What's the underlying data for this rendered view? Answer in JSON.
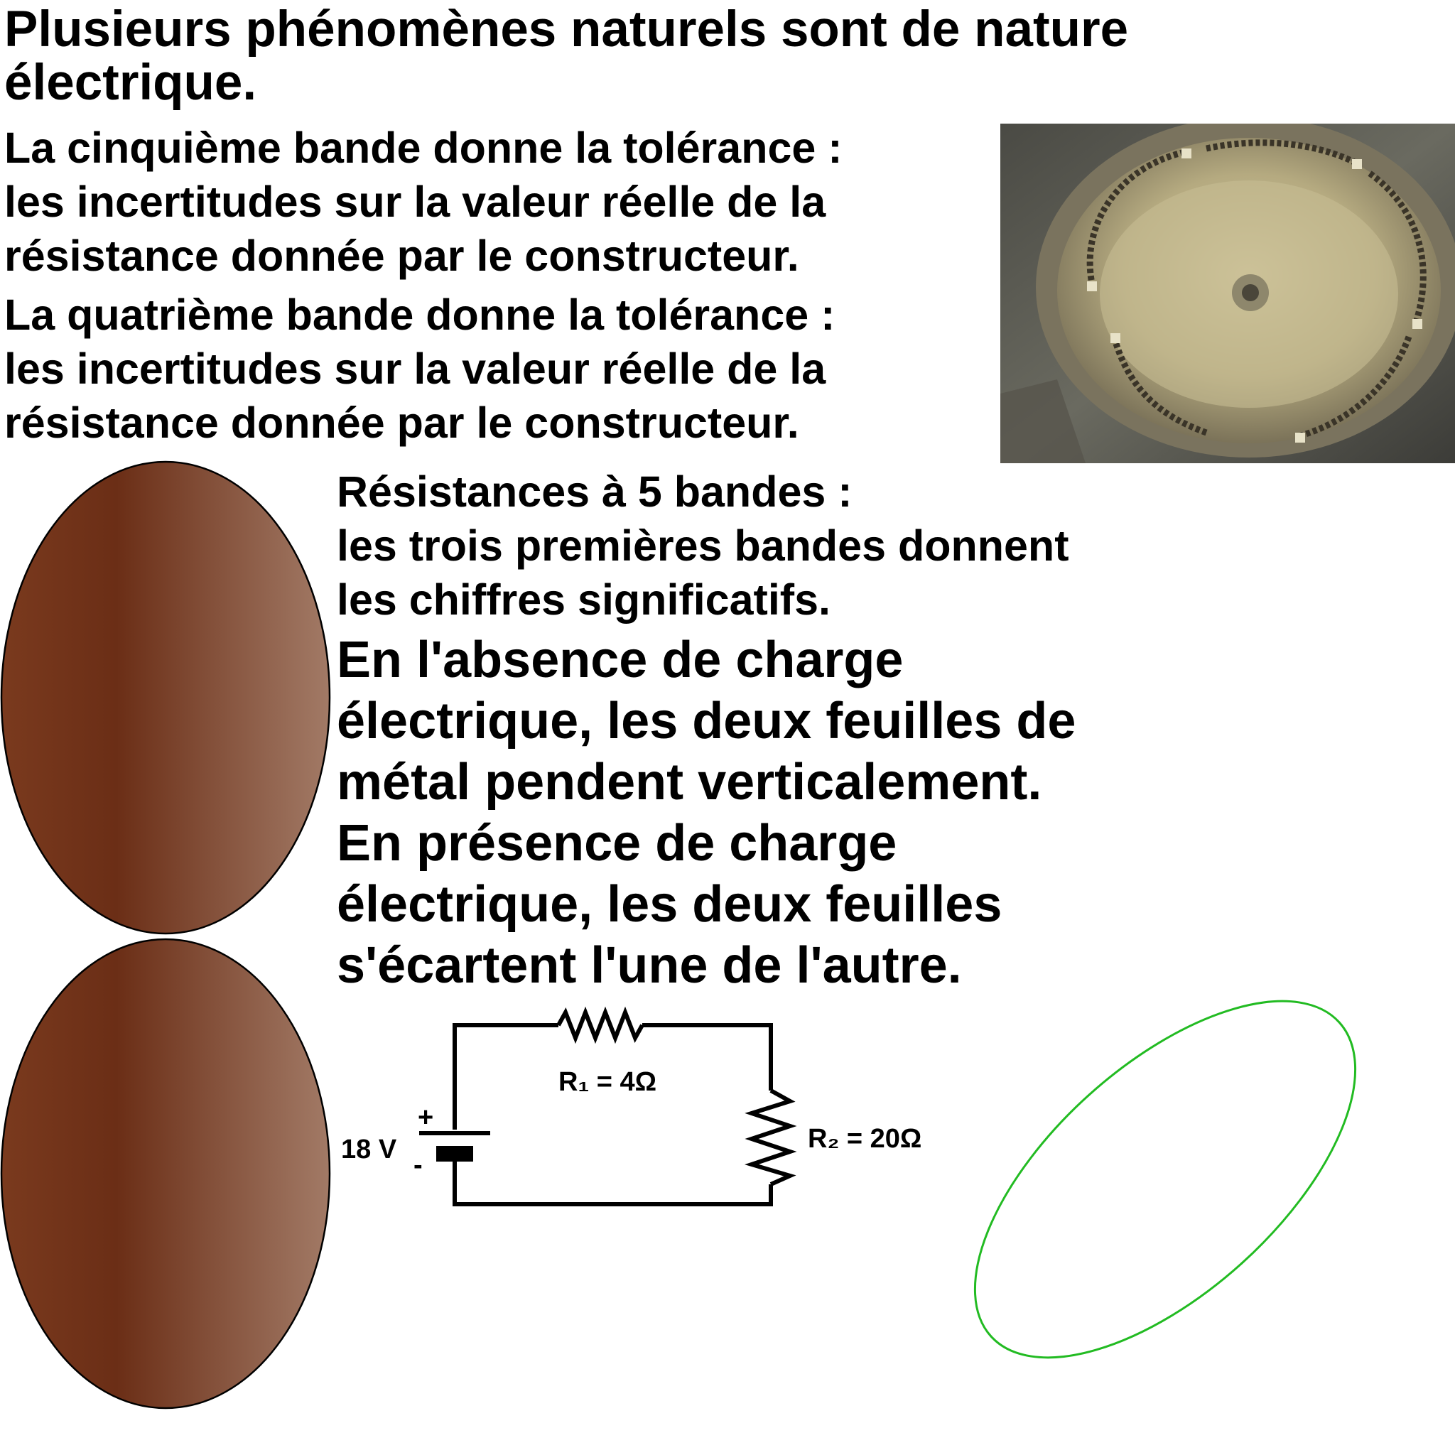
{
  "title": "Plusieurs phénomènes naturels sont de nature\nélectrique.",
  "paragraphs": {
    "cinquieme_bande": "La cinquième bande donne la tolérance :\nles incertitudes sur la valeur réelle de la\nrésistance donnée par le constructeur.",
    "quatrieme_bande": "La quatrième bande donne la tolérance :\nles incertitudes sur la valeur réelle de la\nrésistance donnée par le constructeur.",
    "cinq_bandes": "Résistances à 5 bandes :\nles trois premières bandes donnent\nles chiffres significatifs.",
    "absence_charge": "En l'absence de charge\nélectrique, les deux feuilles de\nmétal pendent verticalement.",
    "presence_charge": "En présence de charge\nélectrique, les deux feuilles\ns'écartent l'une de l'autre."
  },
  "circuit": {
    "voltage_label": "18 V",
    "plus_sign": "+",
    "minus_sign": "-",
    "r1_label": "R₁ = 4Ω",
    "r2_label": "R₂ = 20Ω"
  },
  "colors": {
    "leaf_dark": "#6b2e16",
    "leaf_light": "#9e7360",
    "ellipse_stroke": "#22bb22",
    "photo_metal": "#b8ad84"
  }
}
